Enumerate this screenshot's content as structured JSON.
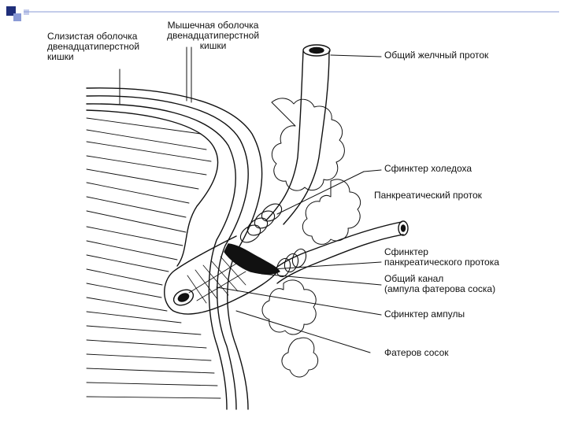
{
  "colors": {
    "accent_square": "#1f2e7a",
    "rule_line": "#8a9ad6",
    "ink": "#111111"
  },
  "labels": {
    "duodenal_mucosa": "Слизистая оболочка\nдвенадцатиперстной\nкишки",
    "duodenal_muscle": "Мышечная оболочка\nдвенадцатиперстной\nкишки",
    "common_bile_duct": "Общий желчный проток",
    "choledochal_sphincter": "Сфинктер холедоха",
    "pancreatic_duct": "Панкреатический проток",
    "pancreatic_duct_sphincter": "Сфинктер\nпанкреатического протока",
    "common_channel": "Общий канал\n(ампула фатерова соска)",
    "ampulla_sphincter": "Сфинктер ампулы",
    "papilla_of_vater": "Фатеров сосок"
  }
}
